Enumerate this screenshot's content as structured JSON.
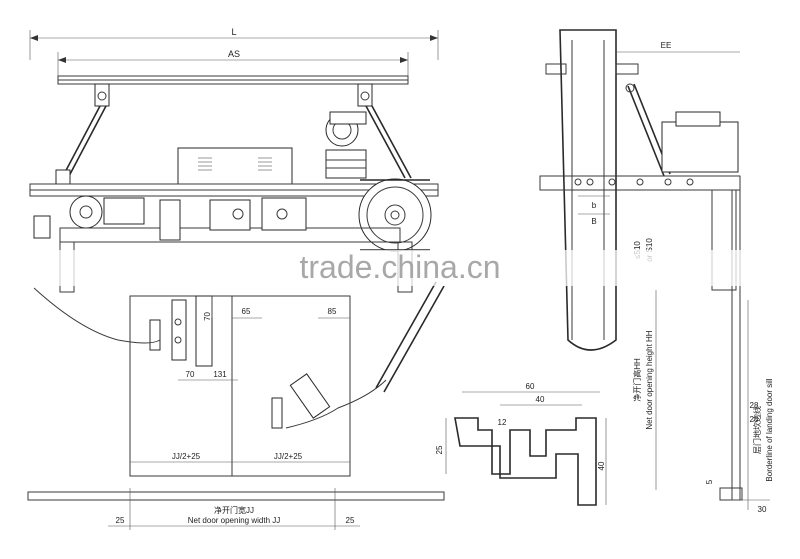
{
  "dims": {
    "L": "L",
    "AS": "AS",
    "EE": "EE",
    "d70a": "70",
    "d65": "65",
    "d85": "85",
    "d70b": "70",
    "d131": "131",
    "jj_left": "JJ/2+25",
    "jj_right": "JJ/2+25",
    "d25l": "25",
    "d25r": "25",
    "d60": "60",
    "d40top": "40",
    "d12": "12",
    "d25side": "25",
    "d40side": "40",
    "b_small": "b",
    "b_big": "B",
    "s510": "≤510",
    "s510b": "or S10",
    "d28a": "28",
    "d28b": "28",
    "d5": "5",
    "d30": "30"
  },
  "labels": {
    "net_width_cn": "净开门宽JJ",
    "net_width_en": "Net door opening width  JJ",
    "net_height_cn": "净开门高HH",
    "net_height_en": "Net door opening height  HH",
    "sill_cn": "层门地坎边线",
    "sill_en": "Borderline of landing door sill"
  },
  "watermark": "trade.china.cn"
}
